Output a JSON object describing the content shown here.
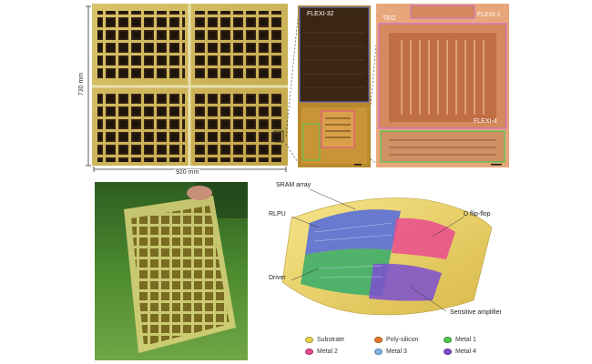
{
  "wafer": {
    "height_label": "730 mm",
    "width_label": "920 mm"
  },
  "die": {
    "flexi32_label": "FLEXI-32",
    "teg_label": "TEG",
    "flexi1_label": "FLEXI-1",
    "flexi4_label": "FLEXI-4"
  },
  "diagram": {
    "labels": {
      "sram": "SRAM array",
      "rlpu": "RLPU",
      "dff": "D flip-flop",
      "driver": "Driver",
      "sense": "Sensitive amplifier"
    },
    "legend": [
      {
        "label": "Substrate",
        "color": "#e8d24a"
      },
      {
        "label": "Poly-silicon",
        "color": "#e67a2a"
      },
      {
        "label": "Metal 1",
        "color": "#4fc94f"
      },
      {
        "label": "Metal 2",
        "color": "#e94b8f"
      },
      {
        "label": "Metal 3",
        "color": "#7fb6e8"
      },
      {
        "label": "Metal 4",
        "color": "#7b4fd1"
      }
    ]
  }
}
